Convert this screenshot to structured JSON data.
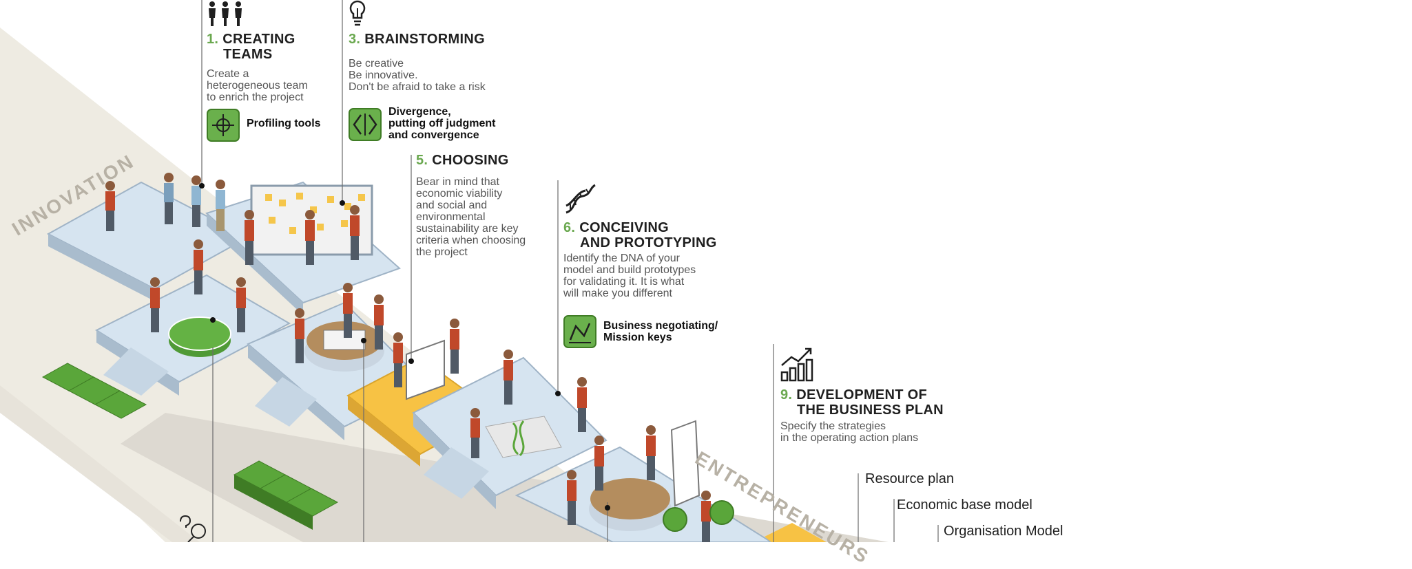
{
  "colors": {
    "accent_green": "#6aa84f",
    "tile_green": "#5aa63a",
    "platform_blue": "#d6e4f0",
    "platform_yellow": "#f7c244",
    "lane_beige": "#eeebe2",
    "lane_grey": "#ddd9d1",
    "person_red": "#c0482a"
  },
  "lanes": {
    "innovation": "INNOVATION",
    "entrepreneurs": "ENTREPRENEURS"
  },
  "steps": [
    {
      "number": "1.",
      "title_line1": "CREATING",
      "title_line2": "TEAMS",
      "description": "Create a\nheterogeneous team\nto enrich the project",
      "tool": "Profiling tools",
      "icon": "people-icon",
      "tool_icon": "profiling-tools-icon"
    },
    {
      "number": "3.",
      "title_line1": "BRAINSTORMING",
      "description": "Be creative\nBe innovative.\nDon't be afraid to take a risk",
      "tool": "Divergence,\nputting off judgment\nand convergence",
      "icon": "lightbulb-icon",
      "tool_icon": "divergence-icon"
    },
    {
      "number": "5.",
      "title_line1": "CHOOSING",
      "description": "Bear in mind that\neconomic viability\nand social and\nenvironmental\nsustainability are key\ncriteria when choosing\nthe project"
    },
    {
      "number": "6.",
      "title_line1": "CONCEIVING",
      "title_line2": "AND PROTOTYPING",
      "description": "Identify the DNA of your\nmodel and build prototypes\nfor validating it. It is what\nwill make you different",
      "tool": "Business negotiating/\nMission keys",
      "icon": "dna-icon",
      "tool_icon": "negotiating-icon"
    },
    {
      "number": "9.",
      "title_line1": "DEVELOPMENT OF",
      "title_line2": "THE BUSINESS PLAN",
      "description": "Specify the strategies\nin the operating action plans",
      "icon": "growth-chart-icon"
    }
  ],
  "business_plan_items": [
    "Resource plan",
    "Economic base model",
    "Organisation Model"
  ]
}
